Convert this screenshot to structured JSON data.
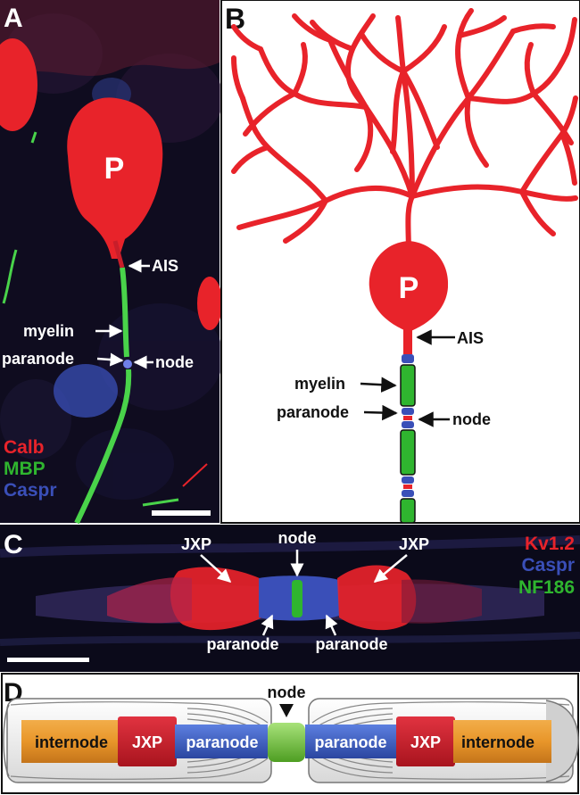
{
  "panels": {
    "a": {
      "letter": "A",
      "cell_label": "P",
      "annotations": {
        "ais": "AIS",
        "myelin": "myelin",
        "paranode": "paranode",
        "node": "node"
      },
      "legend": [
        {
          "label": "Calb",
          "color": "#e8232a"
        },
        {
          "label": "MBP",
          "color": "#2fb52f"
        },
        {
          "label": "Caspr",
          "color": "#3a4fb8"
        }
      ]
    },
    "b": {
      "letter": "B",
      "cell_label": "P",
      "annotations": {
        "ais": "AIS",
        "myelin": "myelin",
        "paranode": "paranode",
        "node": "node"
      }
    },
    "c": {
      "letter": "C",
      "annotations": {
        "jxp_left": "JXP",
        "node": "node",
        "jxp_right": "JXP",
        "paranode_left": "paranode",
        "paranode_right": "paranode"
      },
      "legend": [
        {
          "label": "Kv1.2",
          "color": "#e8232a"
        },
        {
          "label": "Caspr",
          "color": "#3a4fb8"
        },
        {
          "label": "NF186",
          "color": "#2fb52f"
        }
      ]
    },
    "d": {
      "letter": "D",
      "node_label": "node",
      "segments": {
        "internode_left": "internode",
        "jxp_left": "JXP",
        "paranode_left": "paranode",
        "paranode_right": "paranode",
        "jxp_right": "JXP",
        "internode_right": "internode"
      }
    }
  },
  "colors": {
    "neuron_red": "#e8232a",
    "myelin_green": "#2fb52f",
    "caspr_blue": "#3a4fb8",
    "internode_orange": "#e8962a",
    "jxp_red": "#c81e2a",
    "paranode_blue": "#3f62c8",
    "node_green": "#7acb3a"
  }
}
